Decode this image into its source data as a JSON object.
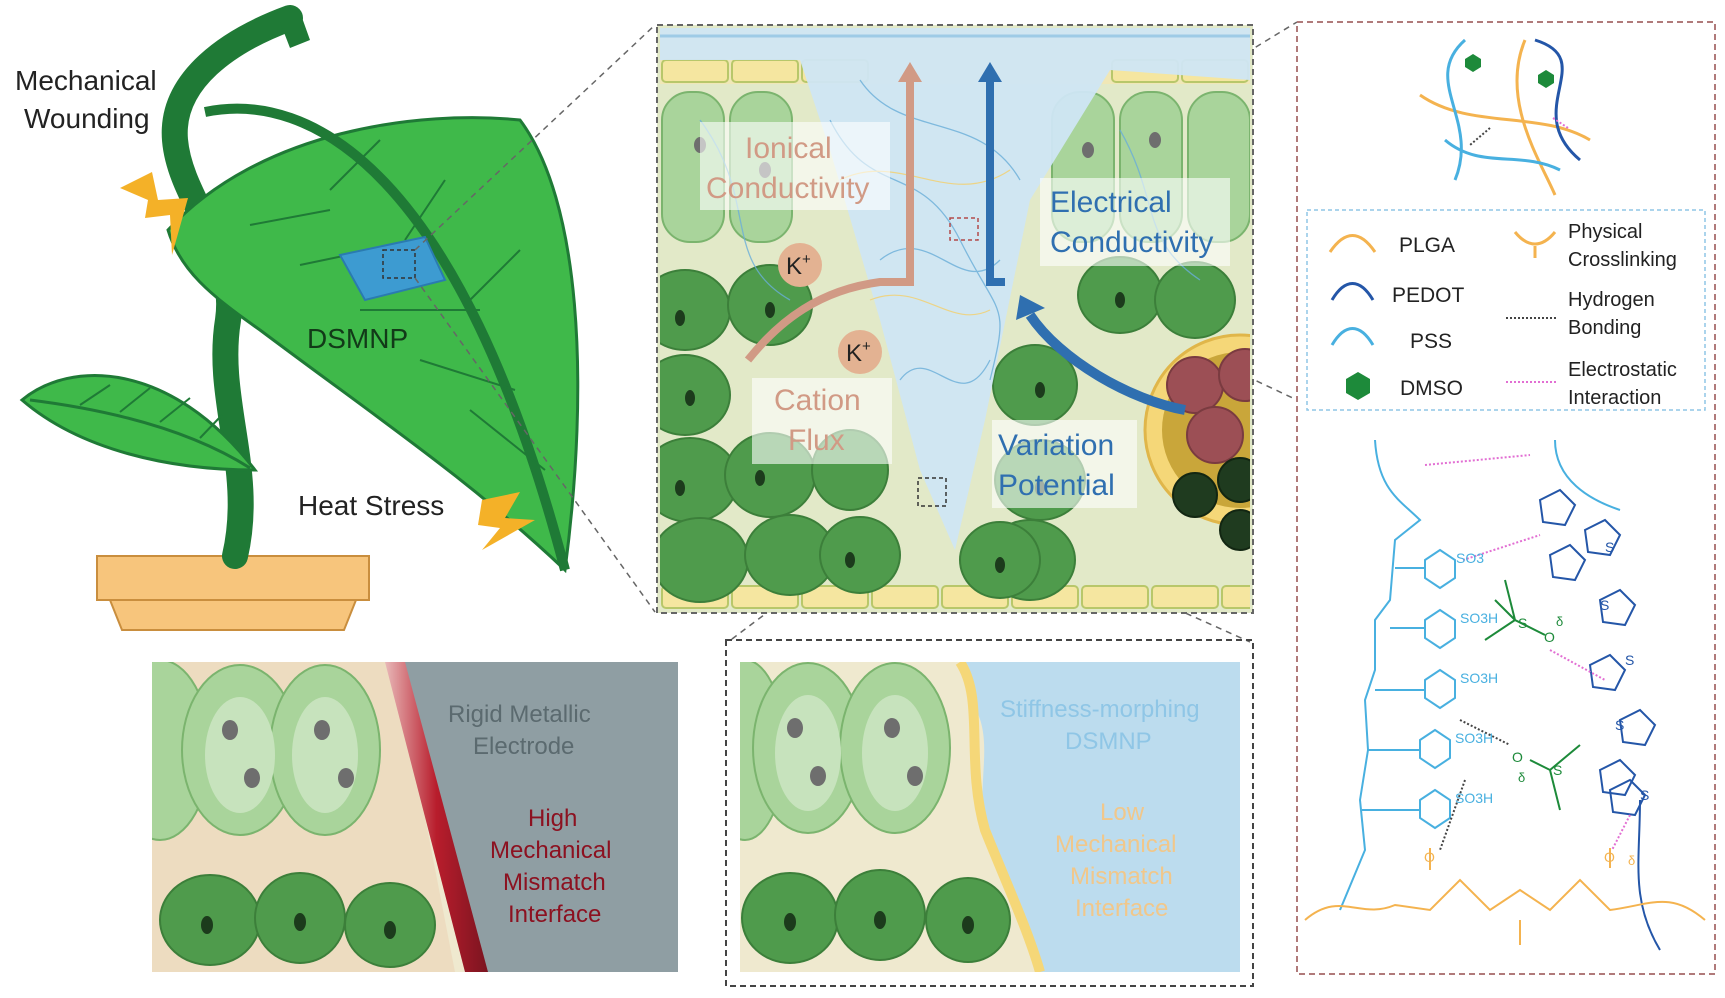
{
  "plant_panel": {
    "mechanical_line1": "Mechanical",
    "mechanical_line2": "Wounding",
    "device_label": "DSMNP",
    "heat_label": "Heat Stress"
  },
  "tissue_panel": {
    "ionic_line1": "Ionical",
    "ionic_line2": "Conductivity",
    "electrical_line1": "Electrical",
    "electrical_line2": "Conductivity",
    "ion_symbol": "K",
    "ion_charge": "+",
    "cation_line1": "Cation",
    "cation_line2": "Flux",
    "variation_line1": "Variation",
    "variation_line2": "Potential"
  },
  "rigid_panel": {
    "electrode_line1": "Rigid Metallic",
    "electrode_line2": "Electrode",
    "mismatch_line1": "High",
    "mismatch_line2": "Mechanical",
    "mismatch_line3": "Mismatch",
    "mismatch_line4": "Interface"
  },
  "soft_panel": {
    "device_line1": "Stiffness-morphing",
    "device_line2": "DSMNP",
    "mismatch_line1": "Low",
    "mismatch_line2": "Mechanical",
    "mismatch_line3": "Mismatch",
    "mismatch_line4": "Interface"
  },
  "legend": {
    "plga": "PLGA",
    "pedot": "PEDOT",
    "pss": "PSS",
    "dmso": "DMSO",
    "physical_line1": "Physical",
    "physical_line2": "Crosslinking",
    "hbond_line1": "Hydrogen",
    "hbond_line2": "Bonding",
    "electro_line1": "Electrostatic",
    "electro_line2": "Interaction"
  },
  "chemistry": {
    "so3": "SO3",
    "so3h": "SO3H",
    "sulfur": "S",
    "oxygen": "O",
    "delta": "δ"
  },
  "colors": {
    "leaf": "#3fb94a",
    "leaf_dark": "#1f7a36",
    "stem": "#1f7a36",
    "pot": "#f7c57c",
    "bolt": "#f4b128",
    "device": "#3d9bd1",
    "cell_light": "#8cc98a",
    "cell_dark": "#3f8f45",
    "fluid": "#cfe6f4",
    "ionic": "#d19a85",
    "electrical": "#2f6fb0",
    "pss": "#48b0e0",
    "pedot": "#2456a8",
    "plga": "#f4b34f",
    "dmso": "#1d8a3a",
    "electrostatic": "#e26fd3",
    "rigid": "#8f9ea3",
    "mismatch_red": "#b81d2c"
  }
}
